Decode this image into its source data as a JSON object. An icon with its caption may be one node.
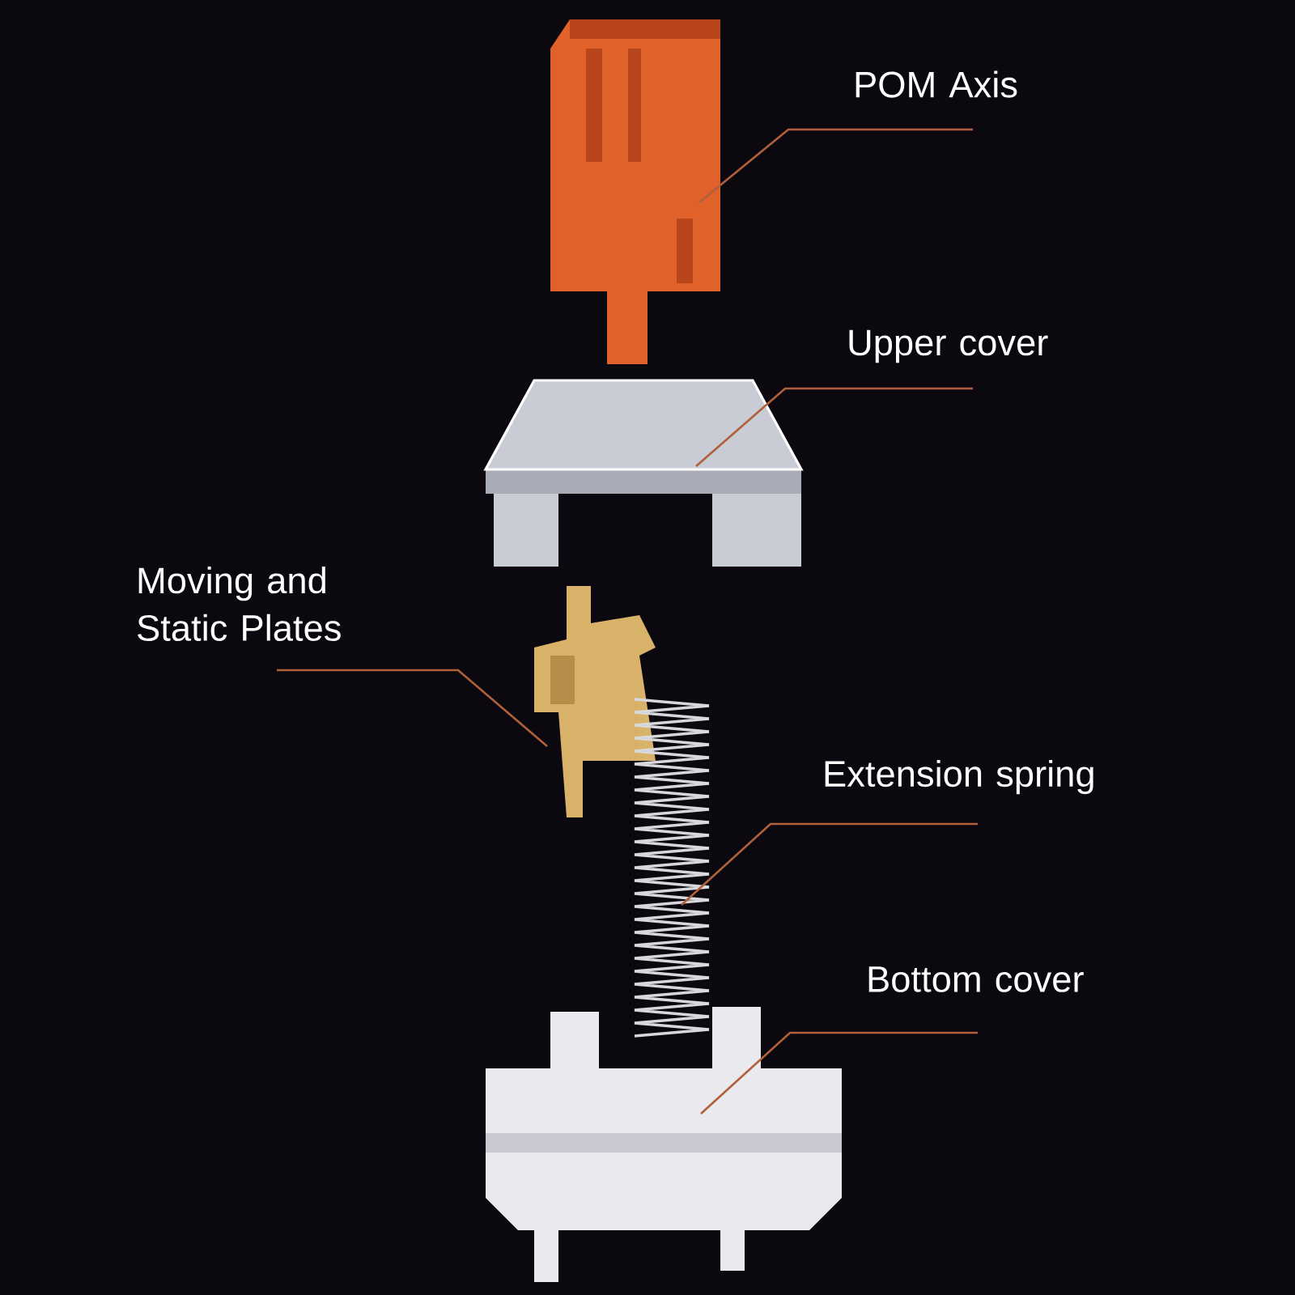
{
  "diagram": {
    "nodes": [
      {
        "text": [
          "POM Axis"
        ]
      },
      {
        "text": [],
        "shape": "picture"
      },
      {
        "text": [
          "Upper cover"
        ]
      },
      {
        "text": [],
        "shape": "picture"
      },
      {
        "text": [
          "Moving and Static Plates"
        ]
      },
      {
        "text": [],
        "shape": "picture"
      },
      {
        "text": [
          "Extension spring"
        ]
      },
      {
        "text": [],
        "shape": "picture"
      },
      {
        "text": [
          "Bottom cover"
        ]
      },
      {
        "text": [],
        "shape": "picture"
      }
    ],
    "edges": [
      {
        "from": 0,
        "to": 1,
        "arrow": "none"
      },
      {
        "from": 2,
        "to": 3,
        "arrow": "none"
      },
      {
        "from": 4,
        "to": 5,
        "arrow": "none"
      },
      {
        "from": 6,
        "to": 7,
        "arrow": "none"
      },
      {
        "from": 8,
        "to": 9,
        "arrow": "none"
      }
    ]
  }
}
